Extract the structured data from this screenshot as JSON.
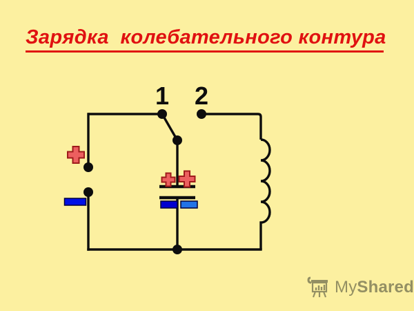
{
  "slide": {
    "title": "Зарядка  колебательного контура"
  },
  "circuit": {
    "switch": {
      "position_1_label": "1",
      "position_2_label": "2"
    },
    "battery": {
      "positive_terminal": "+",
      "negative_terminal": "−"
    },
    "capacitor": {
      "top_plate_charges": "+ +",
      "bottom_plate_charges": "− −"
    },
    "components": [
      "battery",
      "two-position-switch",
      "capacitor",
      "inductor-coil"
    ]
  },
  "watermark": {
    "brand_first": "My",
    "brand_second": "Shared"
  },
  "colors": {
    "bg": "#FCF0A0",
    "title_red": "#E01111",
    "wire_black": "#0D0D0D",
    "plus_fill": "#EC5F5F",
    "plus_stroke": "#9E1B1B",
    "minus_blue_bright": "#0010E6",
    "minus_blue_dark": "#0000CF",
    "minus_blue_light": "#2273E6",
    "minus_border": "#00003C",
    "watermark_gray": "#54543E"
  }
}
